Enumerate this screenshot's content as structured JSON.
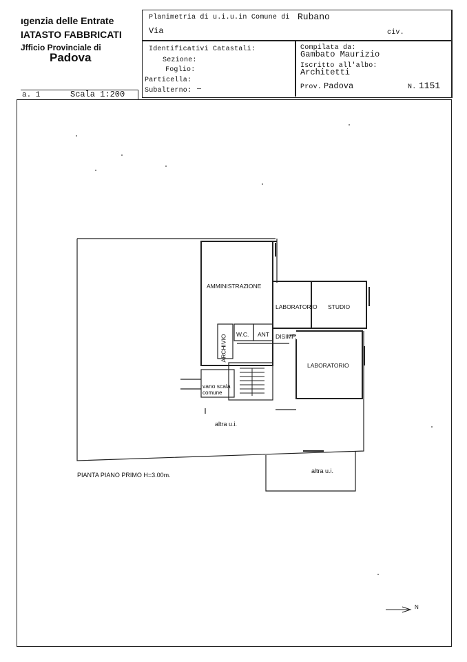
{
  "header": {
    "agency_line1": "ıgenzia delle Entrate",
    "agency_line2": "ΙATASTO FABBRICATI",
    "agency_line3": "Jfficio Provinciale di",
    "agency_city": "Padova",
    "sheet_no": "a. 1",
    "scale": "Scala 1:200",
    "planimetria": "Planimetria di u.i.u.in Comune di",
    "comune": "Rubano",
    "via_label": "Via",
    "civ_label": "civ.",
    "ident_title": "Identificativi Catastali:",
    "sezione_label": "Sezione:",
    "foglio_label": "Foglio:",
    "particella_label": "Particella:",
    "subalterno_label": "Subalterno:",
    "subalterno_value": "—",
    "compilata_label": "Compilata da:",
    "compilata_name": "Gambato Maurizio",
    "iscritto_label": "Iscritto all'albo:",
    "iscritto_value": "Architetti",
    "prov_label": "Prov.",
    "prov_value": "Padova",
    "n_label": "N.",
    "n_value": "1151"
  },
  "plan": {
    "rooms": {
      "amministrazione": "AMMINISTRAZIONE",
      "laboratorio_small": "LABORATORIO",
      "studio": "STUDIO",
      "archivio": "ARCHIVIO",
      "wc": "W.C.",
      "ant": "ANT",
      "disimp": "DISIMP.",
      "laboratorio_large": "LABORATORIO",
      "vano_scala": "vano scala",
      "comune": "comune",
      "altra_ui_1": "altra u.i.",
      "altra_ui_2": "altra u.i."
    },
    "floor_caption": "PIANTA PIANO PRIMO H=3.00m.",
    "north_label": "N"
  }
}
